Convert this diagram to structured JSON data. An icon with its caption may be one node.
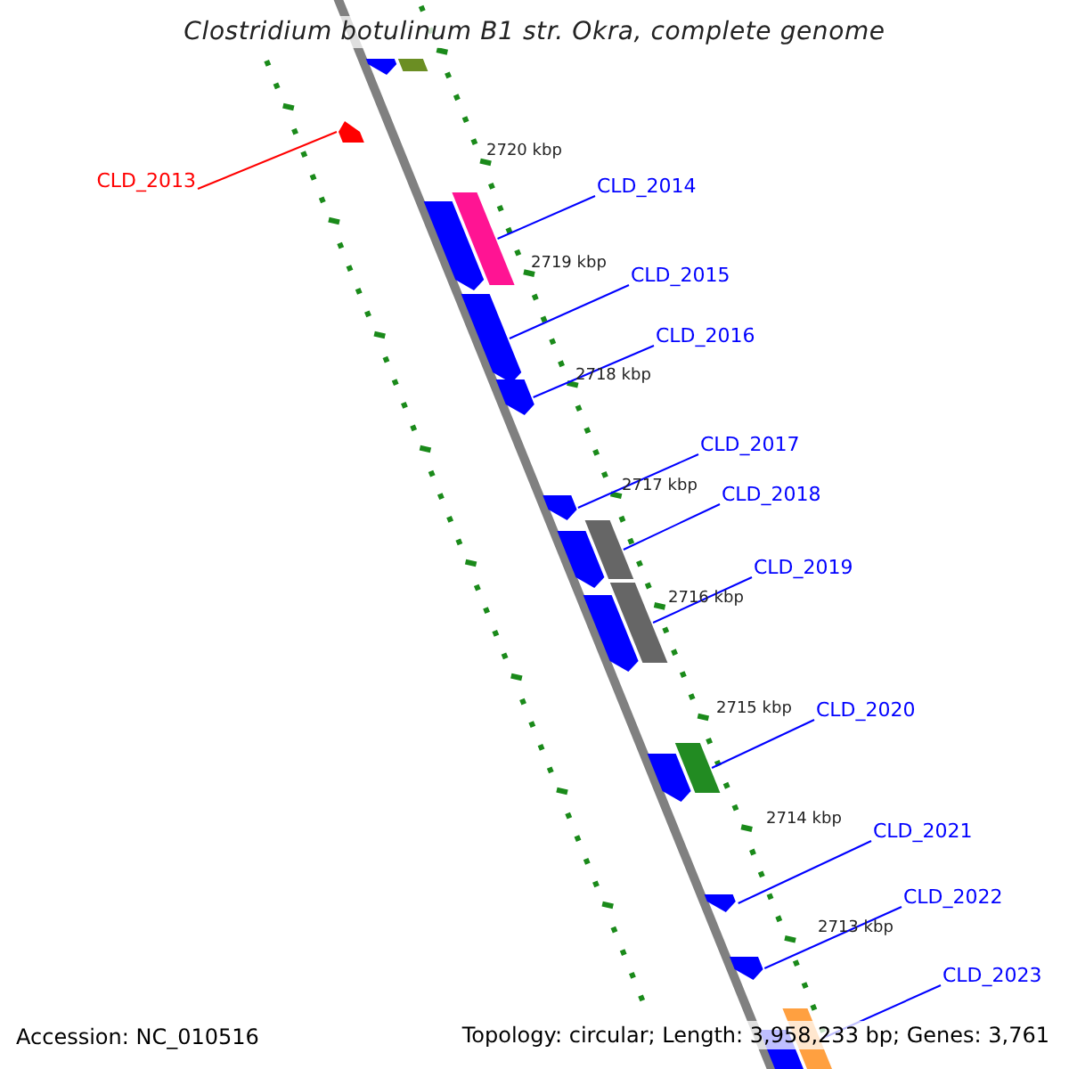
{
  "diagram": {
    "title": "Clostridium botulinum B1 str. Okra, complete genome",
    "nodes": [
      {
        "text": [],
        "shape": "arrow"
      },
      {
        "text": [],
        "shape": "box"
      },
      {
        "text": [],
        "shape": "arrow"
      },
      {
        "text": [
          "CLD_2013"
        ]
      },
      {
        "text": [
          "CLD_2014"
        ]
      },
      {
        "text": [],
        "shape": "box"
      },
      {
        "text": [],
        "shape": "arrow"
      },
      {
        "text": [
          "CLD_2015"
        ]
      },
      {
        "text": [],
        "shape": "arrow"
      },
      {
        "text": [
          "CLD_2016"
        ]
      },
      {
        "text": [],
        "shape": "arrow"
      },
      {
        "text": [
          "CLD_2017"
        ]
      },
      {
        "text": [],
        "shape": "arrow"
      },
      {
        "text": [
          "CLD_2018"
        ]
      },
      {
        "text": [],
        "shape": "box"
      },
      {
        "text": [],
        "shape": "arrow"
      },
      {
        "text": [
          "CLD_2019"
        ]
      },
      {
        "text": [],
        "shape": "box"
      },
      {
        "text": [],
        "shape": "arrow"
      },
      {
        "text": [
          "CLD_2020"
        ]
      },
      {
        "text": [],
        "shape": "box"
      },
      {
        "text": [],
        "shape": "arrow"
      },
      {
        "text": [
          "CLD_2021"
        ]
      },
      {
        "text": [],
        "shape": "arrow"
      },
      {
        "text": [
          "CLD_2022"
        ]
      },
      {
        "text": [],
        "shape": "arrow"
      },
      {
        "text": [
          "CLD_2023"
        ]
      },
      {
        "text": [],
        "shape": "box"
      },
      {
        "text": [],
        "shape": "arrow"
      }
    ],
    "edges": [
      {
        "from": 3,
        "to": 2,
        "arrow": "none",
        "color": "#ff0000"
      },
      {
        "from": 4,
        "to": 5,
        "arrow": "none"
      },
      {
        "from": 7,
        "to": 8,
        "arrow": "none"
      },
      {
        "from": 9,
        "to": 10,
        "arrow": "none"
      },
      {
        "from": 11,
        "to": 12,
        "arrow": "none"
      },
      {
        "from": 13,
        "to": 14,
        "arrow": "none"
      },
      {
        "from": 16,
        "to": 17,
        "arrow": "none"
      },
      {
        "from": 19,
        "to": 20,
        "arrow": "none"
      },
      {
        "from": 22,
        "to": 23,
        "arrow": "none"
      },
      {
        "from": 24,
        "to": 25,
        "arrow": "none"
      },
      {
        "from": 26,
        "to": 27,
        "arrow": "none"
      }
    ],
    "labels": [
      "2720 kbp",
      "2719 kbp",
      "2718 kbp",
      "2717 kbp",
      "2716 kbp",
      "2715 kbp",
      "2714 kbp",
      "2713 kbp",
      "Accession: NC_010516",
      "Topology: circular; Length: 3,958,233 bp; Genes: 3,761"
    ]
  }
}
